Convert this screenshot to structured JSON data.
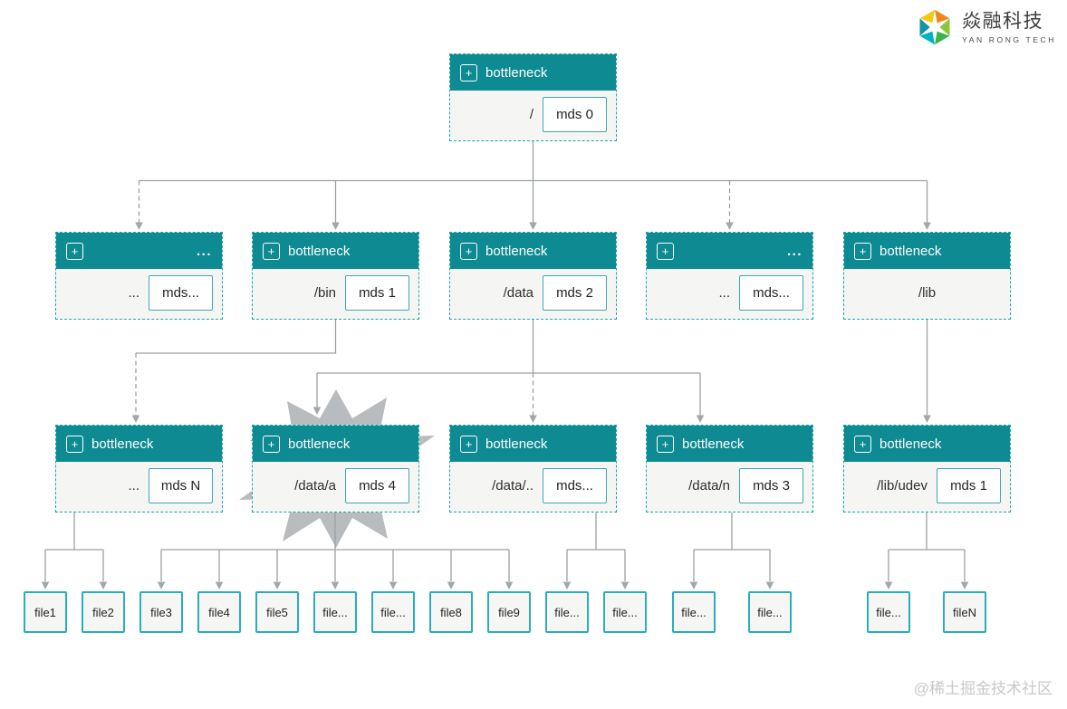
{
  "brand": {
    "name_cn": "焱融科技",
    "name_en": "YAN RONG TECH"
  },
  "watermark": "@稀土掘金技术社区",
  "icons": {
    "plus": "+",
    "logo": "yanrong-hex-pinwheel"
  },
  "colors": {
    "header_teal": "#0E8A92",
    "node_dashed_border": "#1BA7B0",
    "mds_border": "#3BA9B0",
    "node_body_bg": "#F5F6F4",
    "file_border": "#29AEBC",
    "connector_gray": "#9CA1A4",
    "burst_gray": "#B9BCBF"
  },
  "tree": {
    "root": {
      "header": "bottleneck",
      "path": "/",
      "mds": "mds 0"
    },
    "level1": [
      {
        "header": "",
        "dots": "...",
        "path": "...",
        "mds": "mds..."
      },
      {
        "header": "bottleneck",
        "path": "/bin",
        "mds": "mds 1"
      },
      {
        "header": "bottleneck",
        "path": "/data",
        "mds": "mds 2"
      },
      {
        "header": "",
        "dots": "...",
        "path": "...",
        "mds": "mds..."
      },
      {
        "header": "bottleneck",
        "path": "/lib",
        "mds": null
      }
    ],
    "level2": [
      {
        "header": "bottleneck",
        "path": "...",
        "mds": "mds N"
      },
      {
        "header": "bottleneck",
        "path": "/data/a",
        "mds": "mds 4",
        "highlight": true
      },
      {
        "header": "bottleneck",
        "path": "/data/..",
        "mds": "mds..."
      },
      {
        "header": "bottleneck",
        "path": "/data/n",
        "mds": "mds 3"
      },
      {
        "header": "bottleneck",
        "path": "/lib/udev",
        "mds": "mds 1"
      }
    ],
    "files": [
      "file1",
      "file2",
      "file3",
      "file4",
      "file5",
      "file...",
      "file...",
      "file8",
      "file9",
      "file...",
      "file...",
      "file...",
      "file...",
      "file...",
      "fileN"
    ]
  }
}
